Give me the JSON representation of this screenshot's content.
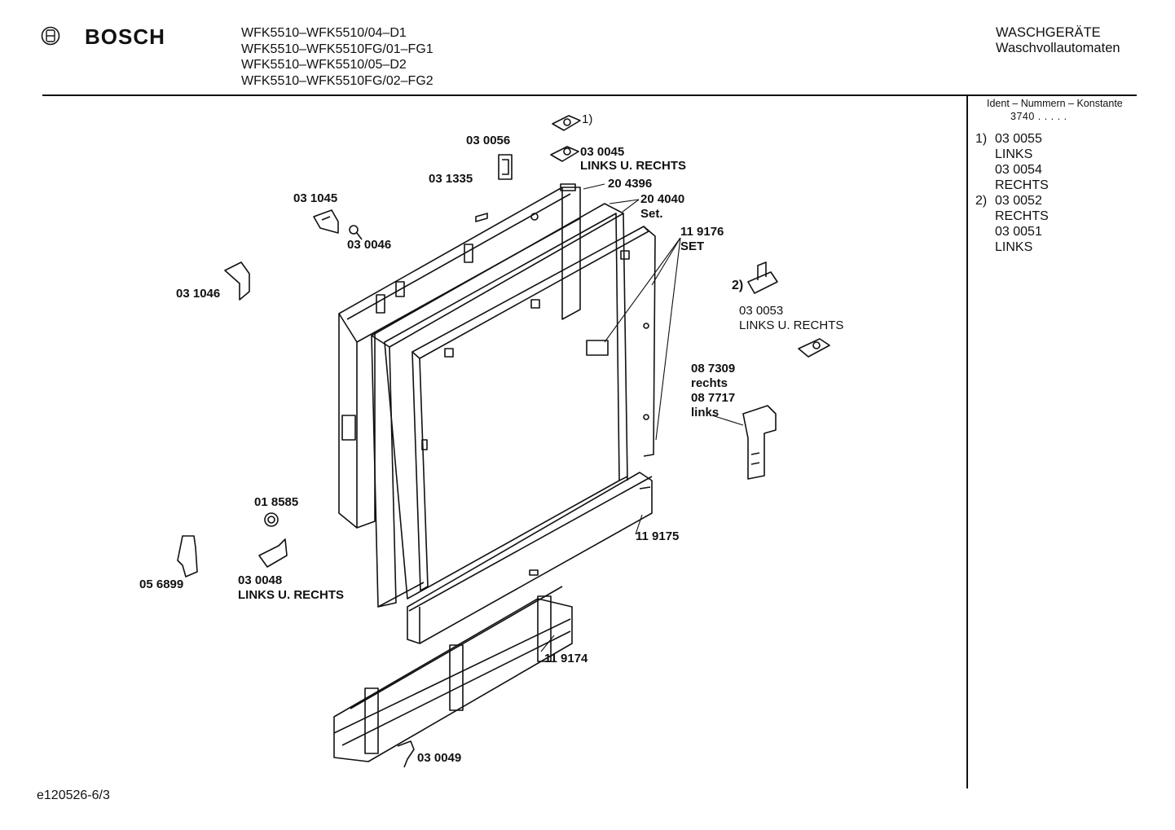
{
  "header": {
    "brand": "BOSCH",
    "models": [
      "WFK5510–WFK5510/04–D1",
      "WFK5510–WFK5510FG/01–FG1",
      "WFK5510–WFK5510/05–D2",
      "WFK5510–WFK5510FG/02–FG2"
    ],
    "category": "WASCHGERÄTE",
    "subcategory": "Waschvollautomaten"
  },
  "sidebar": {
    "heading": "Ident – Nummern – Konstante",
    "subheading": "3740 . . . . .",
    "legend": [
      {
        "marker": "1)",
        "text": "03 0055"
      },
      {
        "marker": "",
        "text": "LINKS"
      },
      {
        "marker": "",
        "text": "03 0054"
      },
      {
        "marker": "",
        "text": "RECHTS"
      },
      {
        "marker": "2)",
        "text": "03 0052"
      },
      {
        "marker": "",
        "text": "RECHTS"
      },
      {
        "marker": "",
        "text": "03 0051"
      },
      {
        "marker": "",
        "text": "LINKS"
      }
    ]
  },
  "parts": {
    "p_1": "1)",
    "p_030045": "03 0045",
    "p_030045_note": "LINKS U. RECHTS",
    "p_030056": "03 0056",
    "p_031335": "03 1335",
    "p_204396": "20 4396",
    "p_204040": "20 4040",
    "p_204040_note": "Set.",
    "p_031045": "03 1045",
    "p_030046": "03 0046",
    "p_119176": "11 9176",
    "p_119176_note": "SET",
    "p_031046": "03 1046",
    "p_2": "2)",
    "p_030053": "03 0053",
    "p_030053_note": "LINKS U. RECHTS",
    "p_087309": "08 7309",
    "p_087309_note": "rechts",
    "p_087717": "08 7717",
    "p_087717_note": "links",
    "p_018585": "01 8585",
    "p_119175": "11 9175",
    "p_056899": "05 6899",
    "p_030048": "03 0048",
    "p_030048_note": "LINKS U. RECHTS",
    "p_119174": "11 9174",
    "p_030049": "03 0049"
  },
  "footer": {
    "code": "e120526-6/3"
  }
}
